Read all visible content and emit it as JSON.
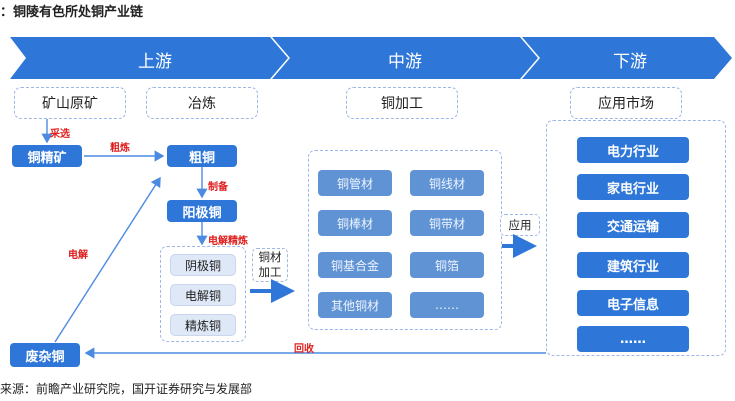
{
  "title": "：铜陵有色所处铜产业链",
  "source": "来源：前瞻产业研究院，国开证券研究与发展部",
  "stages": {
    "upstream": "上游",
    "midstream": "中游",
    "downstream": "下游"
  },
  "upstream": {
    "mine": "矿山原矿",
    "smelting": "冶炼",
    "concentrate": "铜精矿",
    "crude": "粗铜",
    "anode": "阳极铜",
    "scrap": "废杂铜",
    "products": [
      "阴极铜",
      "电解铜",
      "精炼铜"
    ]
  },
  "edge_labels": {
    "mining": "采选",
    "rough_smelt": "粗炼",
    "prepare": "制备",
    "electro_refine": "电解精炼",
    "electrolysis": "电解",
    "recycle": "回收"
  },
  "midstream": {
    "header": "铜加工",
    "process_box": "铜材\n加工",
    "items": [
      "铜管材",
      "铜线材",
      "铜棒材",
      "铜带材",
      "铜基合金",
      "铜箔",
      "其他铜材",
      "……"
    ]
  },
  "application_box": "应用",
  "downstream": {
    "header": "应用市场",
    "items": [
      "电力行业",
      "家电行业",
      "交通运输",
      "建筑行业",
      "电子信息",
      "……"
    ]
  },
  "colors": {
    "header": "#2e77d8",
    "accent_red": "#e02020",
    "node_blue": "#2e77d8"
  }
}
